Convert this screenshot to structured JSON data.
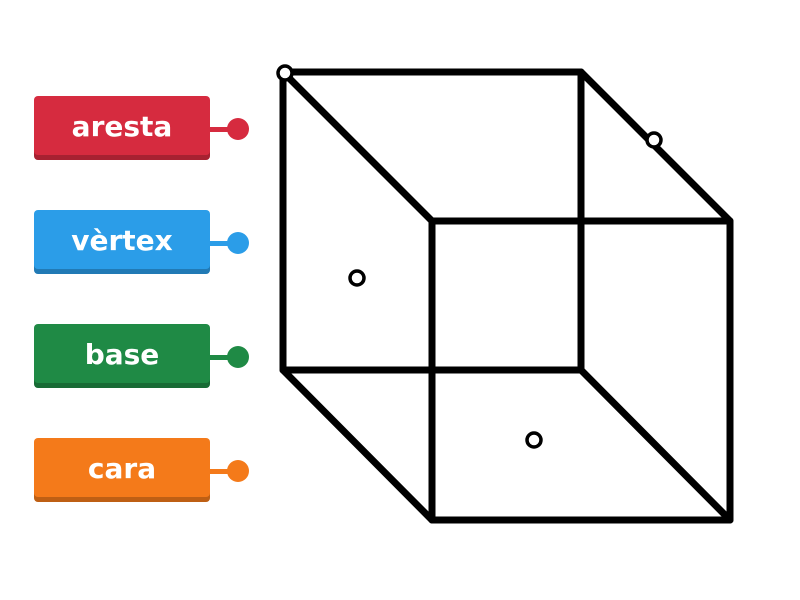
{
  "labels": [
    {
      "id": "aresta",
      "text": "aresta",
      "color": "#d62b3f"
    },
    {
      "id": "vertex",
      "text": "vèrtex",
      "color": "#2b9de8"
    },
    {
      "id": "base",
      "text": "base",
      "color": "#1f8a45"
    },
    {
      "id": "cara",
      "text": "cara",
      "color": "#f47a1a"
    }
  ],
  "figure": {
    "subject": "cube",
    "line_color": "#000000"
  },
  "drop_targets": [
    {
      "id": "target-top-left-vertex"
    },
    {
      "id": "target-upper-right-edge"
    },
    {
      "id": "target-left-face"
    },
    {
      "id": "target-bottom-face"
    }
  ]
}
